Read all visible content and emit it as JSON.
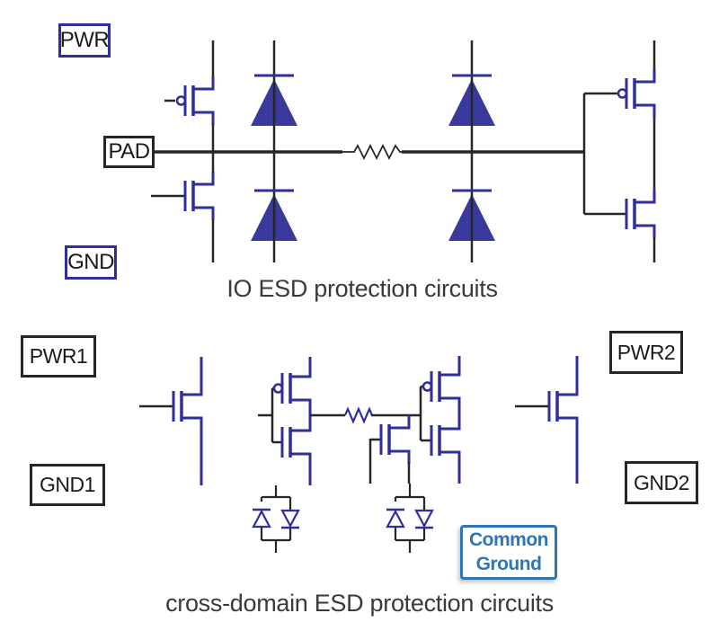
{
  "figure": {
    "top": {
      "caption": "IO ESD protection circuits",
      "pwr_label": "PWR",
      "pad_label": "PAD",
      "gnd_label": "GND"
    },
    "bottom": {
      "caption": "cross-domain ESD protection circuits",
      "pwr1_label": "PWR1",
      "gnd1_label": "GND1",
      "pwr2_label": "PWR2",
      "gnd2_label": "GND2",
      "common_ground_line1": "Common",
      "common_ground_line2": "Ground"
    }
  },
  "colors": {
    "navy_wire": "#2F2F9C",
    "diode_fill": "#3A3A9D",
    "black_wire": "#262626",
    "common_blue": "#2E75B6",
    "caption_text": "#3A3A3A",
    "label_text": "#1A1A1A",
    "background": "#FFFFFF"
  }
}
